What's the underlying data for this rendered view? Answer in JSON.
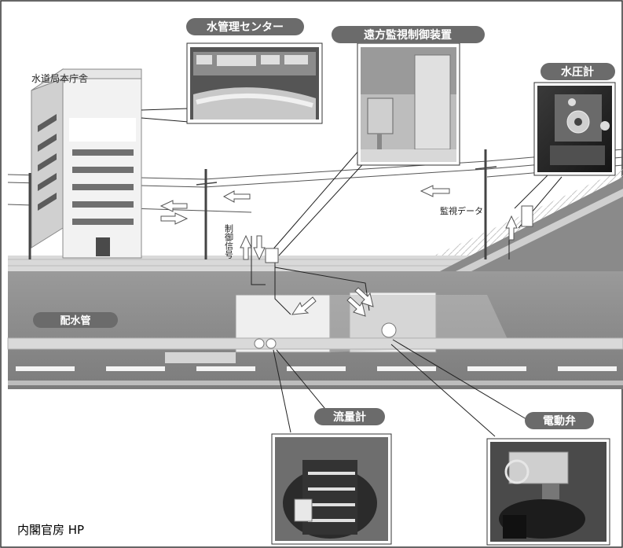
{
  "labels": {
    "water_center": "水管理センター",
    "remote_device": "遠方監視制御装置",
    "pressure_gauge": "水圧計",
    "hq_building": "水道局本庁舎",
    "monitor_data": "監視データ",
    "control_vertical": "制御信号",
    "distribution_pipe": "配水管",
    "flow_meter": "流量計",
    "motor_valve": "電動弁",
    "source": "内閣官房 HP"
  }
}
